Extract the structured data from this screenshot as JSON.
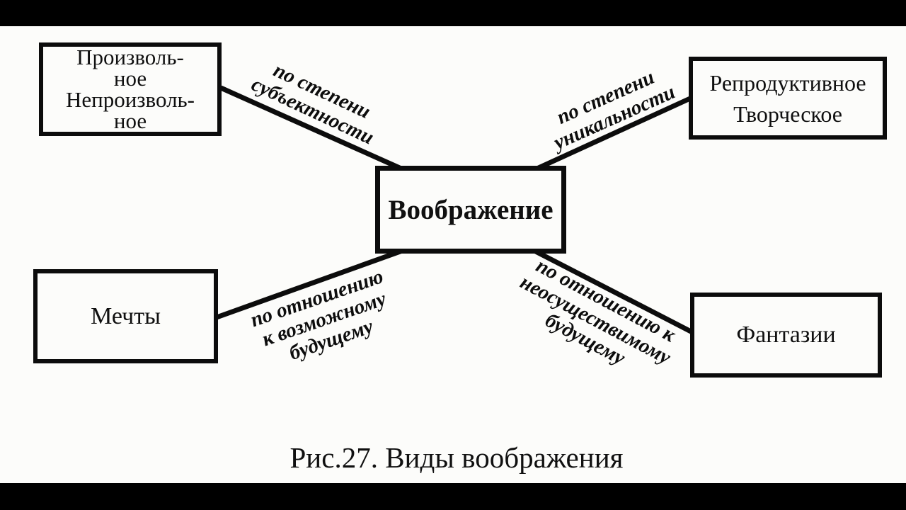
{
  "colors": {
    "letterbox": "#000000",
    "paper": "#fcfcfa",
    "ink": "#0d0d0d"
  },
  "diagram": {
    "center_node": {
      "label": "Воображение"
    },
    "nodes": {
      "top_left": {
        "lines": [
          "Произволь-",
          "ное",
          "Непроизволь-",
          "ное"
        ]
      },
      "top_right": {
        "lines": [
          "Репродуктивное",
          "Творческое"
        ]
      },
      "bottom_left": {
        "lines": [
          "Мечты"
        ]
      },
      "bottom_right": {
        "lines": [
          "Фантазии"
        ]
      }
    },
    "connectors": {
      "top_left": {
        "label_lines": [
          "по степени",
          "субъектности"
        ]
      },
      "top_right": {
        "label_lines": [
          "по степени",
          "уникальности"
        ]
      },
      "bottom_left": {
        "label_lines": [
          "по отношению",
          "к возможному",
          "будущему"
        ]
      },
      "bottom_right": {
        "label_lines": [
          "по отношению к",
          "неосуществимому",
          "будущему"
        ]
      }
    },
    "caption": "Рис.27. Виды воображения"
  }
}
